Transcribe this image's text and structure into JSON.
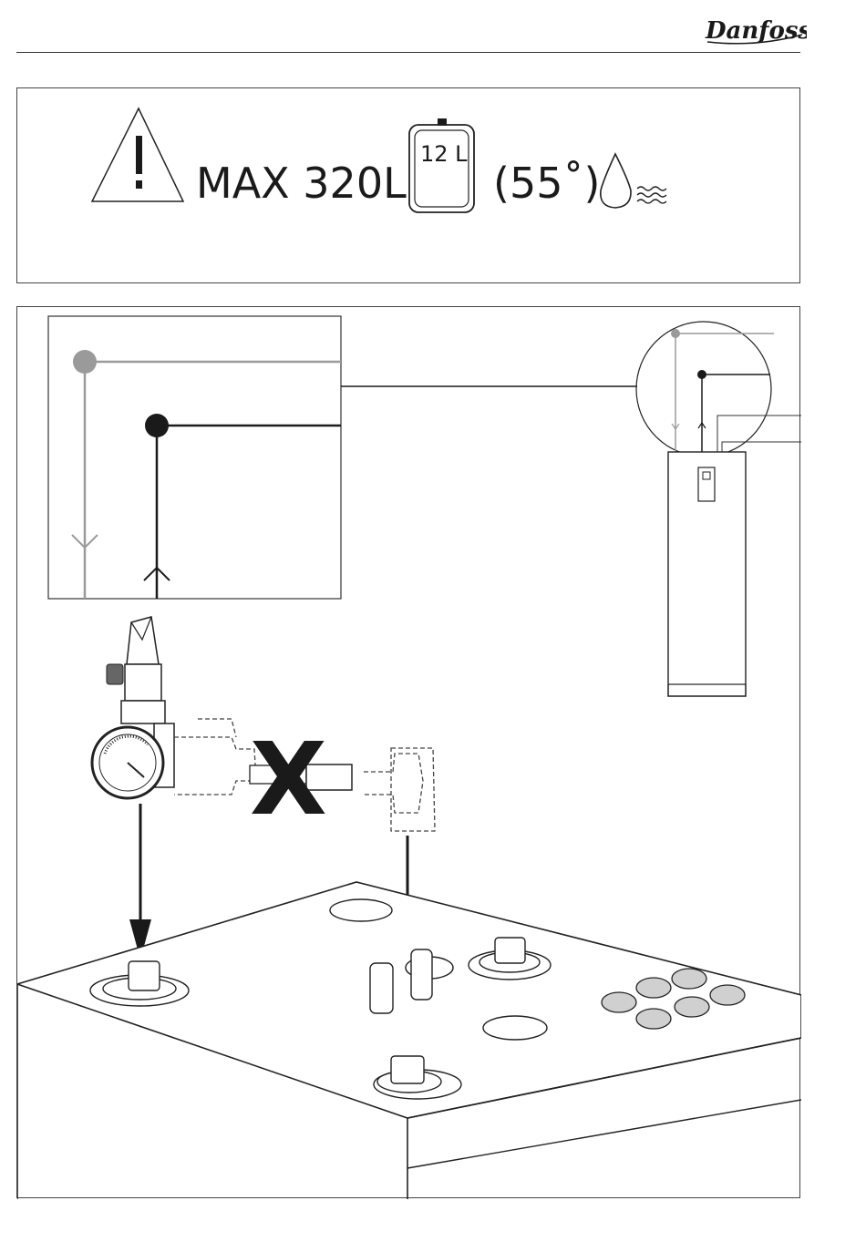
{
  "header": {
    "logo_text": "Danfoss"
  },
  "notice": {
    "max_label": "MAX 320L",
    "vessel_label": "12 L",
    "temperature_label": "(55˚)"
  },
  "installation": {
    "mark_text": "X"
  }
}
